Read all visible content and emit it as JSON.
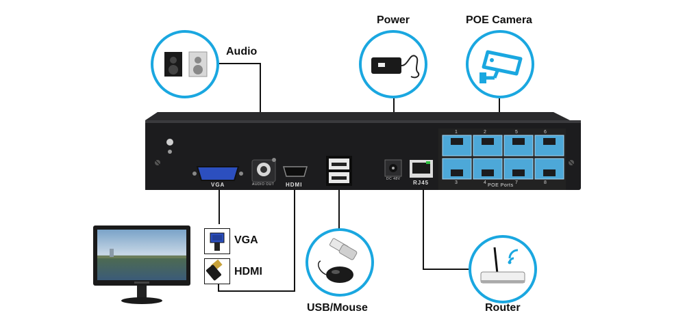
{
  "labels": {
    "audio": "Audio",
    "power": "Power",
    "poe_camera": "POE Camera",
    "vga": "VGA",
    "hdmi": "HDMI",
    "usb_mouse": "USB/Mouse",
    "router": "Router"
  },
  "nvr": {
    "port_vga": "VGA",
    "port_audio": "AUDIO OUT",
    "port_hdmi": "HDMI",
    "port_dc": "DC 48V",
    "port_rj45": "RJ45",
    "poe_ports": "POE Ports",
    "poe_numbers_top": [
      "1",
      "2",
      "5",
      "6"
    ],
    "poe_numbers_bottom": [
      "3",
      "4",
      "7",
      "8"
    ]
  },
  "colors": {
    "accent_circle": "#1aa7e0",
    "poe_port": "#4da8d8",
    "nvr_body": "#1c1c1e"
  }
}
